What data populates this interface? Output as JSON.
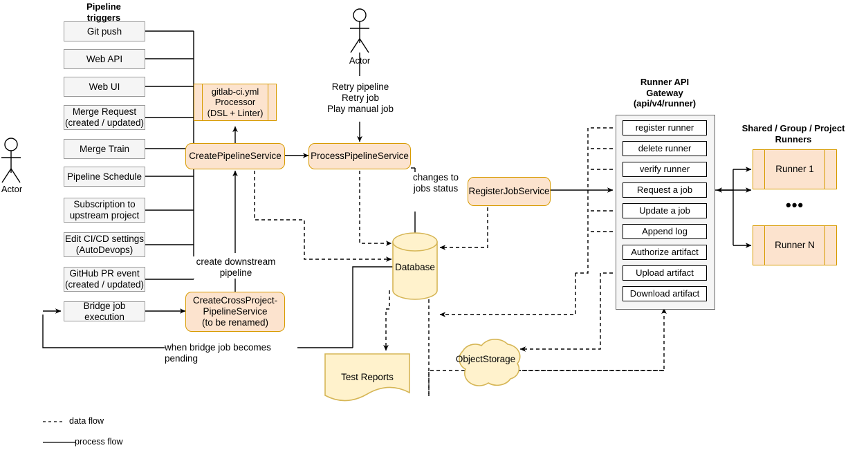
{
  "diagram": {
    "title": "GitLab CI pipeline architecture",
    "colors": {
      "service_fill": "#fce3ce",
      "service_border": "#d79b00",
      "trigger_fill": "#f5f5f5",
      "trigger_border": "#999999",
      "storage_fill": "#fff2cc",
      "storage_border": "#d6b656",
      "panel_fill": "#f5f5f5",
      "panel_border": "#666666",
      "line": "#000000"
    }
  },
  "triggers": {
    "heading": "Pipeline triggers",
    "items": [
      {
        "label": "Git push"
      },
      {
        "label": "Web API"
      },
      {
        "label": "Web UI"
      },
      {
        "label": "Merge Request\n(created / updated)"
      },
      {
        "label": "Merge Train"
      },
      {
        "label": "Pipeline Schedule"
      },
      {
        "label": "Subscription to\nupstream project"
      },
      {
        "label": "Edit CI/CD settings\n(AutoDevops)"
      },
      {
        "label": "GitHub PR event\n(created / updated)"
      },
      {
        "label": "Bridge job execution"
      }
    ]
  },
  "actors": [
    {
      "name": "actor-left",
      "label": "Actor"
    },
    {
      "name": "actor-top",
      "label": "Actor"
    }
  ],
  "services": {
    "yml_processor": "gitlab-ci.yml\nProcessor\n(DSL + Linter)",
    "create_pipeline": "CreatePipelineService",
    "process_pipeline": "ProcessPipelineService",
    "create_cross_project": "CreateCrossProject-\nPipelineService\n(to be renamed)",
    "register_job": "RegisterJobService"
  },
  "storage": {
    "database": "Database",
    "test_reports": "Test Reports",
    "object_storage": "ObjectStorage"
  },
  "gateway": {
    "caption": "Runner API\nGateway\n(api/v4/runner)",
    "endpoints": [
      {
        "label": "register runner"
      },
      {
        "label": "delete runner"
      },
      {
        "label": "verify runner"
      },
      {
        "label": "Request a job"
      },
      {
        "label": "Update a job"
      },
      {
        "label": "Append log"
      },
      {
        "label": "Authorize artifact"
      },
      {
        "label": "Upload artifact"
      },
      {
        "label": "Download artifact"
      }
    ]
  },
  "runners": {
    "caption": "Shared / Group / Project\nRunners",
    "items": [
      {
        "label": "Runner 1"
      },
      {
        "label": "Runner N"
      }
    ],
    "ellipsis": "•••"
  },
  "edge_labels": {
    "retry": "Retry pipeline\nRetry job\nPlay manual job",
    "changes_to_jobs_status": "changes to\njobs status",
    "create_downstream_pipeline": "create downstream\npipeline",
    "bridge_pending": "when bridge job becomes pending"
  },
  "legend": {
    "data_flow": "data flow",
    "process_flow": "process flow"
  }
}
